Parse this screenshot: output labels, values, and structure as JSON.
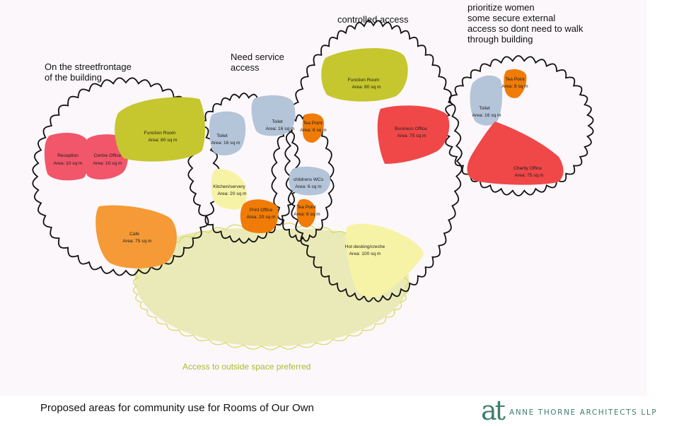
{
  "annotations": {
    "street_frontage": [
      "On the streetfrontage",
      "of the building"
    ],
    "service_access": [
      "Need service",
      "access"
    ],
    "controlled_access": "controlled access",
    "women_priority": [
      "prioritize women",
      "some secure external",
      "access so dont need to walk",
      "through building"
    ],
    "outside_space": "Access to outside space preferred"
  },
  "rooms": [
    {
      "id": "reception",
      "name": "Reception",
      "area": "Area: 10 sq m",
      "color": "#f2566a"
    },
    {
      "id": "centre-office",
      "name": "Centre Office",
      "area": "Area: 10 sq m",
      "color": "#f2566a"
    },
    {
      "id": "function-room-street",
      "name": "Function Room",
      "area": "Area: 80 sq m",
      "color": "#c6c62e"
    },
    {
      "id": "cafe",
      "name": "Café",
      "area": "Area: 75 sq m",
      "color": "#f59a36"
    },
    {
      "id": "toilet-1",
      "name": "Toilet",
      "area": "Area: 16 sq m",
      "color": "#b4c4d9"
    },
    {
      "id": "toilet-2",
      "name": "Toilet",
      "area": "Area: 16 sq m",
      "color": "#b4c4d9"
    },
    {
      "id": "tea-point-1",
      "name": "Tea Point",
      "area": "Area: 8 sq m",
      "color": "#f07b06"
    },
    {
      "id": "kitchen",
      "name": "Kitchen/servery",
      "area": "Area: 20 sq m",
      "color": "#f7f3a6"
    },
    {
      "id": "print-office",
      "name": "Print Office",
      "area": "Area: 20 sq m",
      "color": "#f07b06"
    },
    {
      "id": "childrens-wcs",
      "name": "childrens WCs",
      "area": "Area: 6 sq m",
      "color": "#b4c4d9"
    },
    {
      "id": "tea-point-2",
      "name": "Tea Point",
      "area": "Area: 6 sq m",
      "color": "#f07b06"
    },
    {
      "id": "function-room-controlled",
      "name": "Function Room",
      "area": "Area: 80 sq m",
      "color": "#c6c62e"
    },
    {
      "id": "business-office",
      "name": "Business Office",
      "area": "Area: 75 sq m",
      "color": "#f04848"
    },
    {
      "id": "hot-desking",
      "name": "Hot desking/creche",
      "area": "Area: 100 sq m",
      "color": "#f7f3a6"
    },
    {
      "id": "toilet-3",
      "name": "Toilet",
      "area": "Area: 16 sq m",
      "color": "#b4c4d9"
    },
    {
      "id": "tea-point-3",
      "name": "Tea Point",
      "area": "Area: 8 sq m",
      "color": "#f07b06"
    },
    {
      "id": "charity-office",
      "name": "Charity Office",
      "area": "Area: 75 sq m",
      "color": "#f04848"
    }
  ],
  "zones": {
    "outline_color": "#111111",
    "outside_fill": "#e9eab8",
    "outside_outline": "#d9d85a"
  },
  "footer": {
    "caption": "Proposed areas for community use for Rooms of Our Own",
    "brand_mark": "at",
    "brand_name": "ANNE THORNE ARCHITECTS LLP",
    "brand_color": "#3f7e6d"
  }
}
